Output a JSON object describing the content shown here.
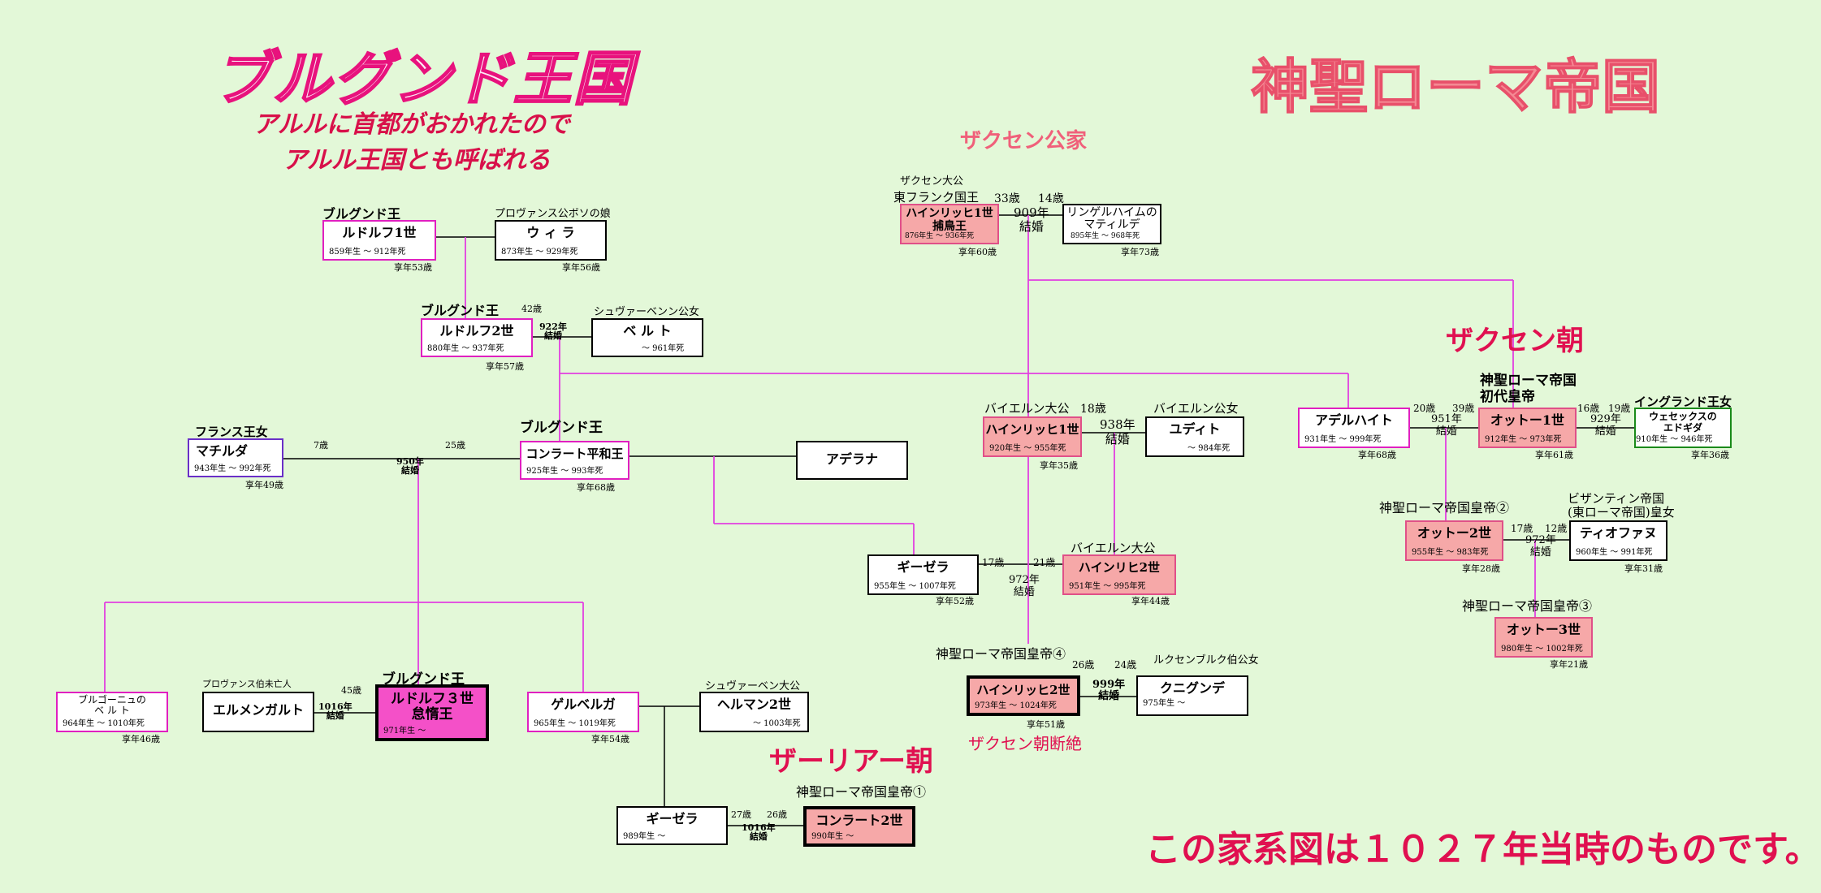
{
  "titles": {
    "burgundy": "ブルグンド王国",
    "burgundy_sub1": "アルルに首都がおかれたので",
    "burgundy_sub2": "アルル王国とも呼ばれる",
    "hre": "神聖ローマ帝国",
    "saxon_duchy": "ザクセン公家",
    "saxon_dynasty": "ザクセン朝",
    "salian_dynasty": "ザーリアー朝",
    "saxon_end": "ザクセン朝断絶",
    "note": "この家系図は１０２７年当時のものです。"
  },
  "persons": {
    "rudolf1": {
      "name": "ルドルフ1世",
      "dates": "859年生 ～ 912年死",
      "age": "享年53歳",
      "title": "ブルグンド王"
    },
    "willa": {
      "name": "ウ ィ ラ",
      "dates": "873年生 ～ 929年死",
      "age": "享年56歳",
      "title": "プロヴァンス公ボソの娘"
    },
    "rudolf2": {
      "name": "ルドルフ2世",
      "dates": "880年生 ～ 937年死",
      "age": "享年57歳",
      "title": "ブルグンド王",
      "age_note": "42歳"
    },
    "bertha": {
      "name": "ベ ル ト",
      "dates": "～ 961年死",
      "title": "シュヴァーベンン公女"
    },
    "mathilde_fr": {
      "name": "マチルダ",
      "dates": "943年生 ～ 992年死",
      "age": "享年49歳",
      "title": "フランス王女"
    },
    "conrad": {
      "name": "コンラート平和王",
      "dates": "925年生 ～ 993年死",
      "age": "享年68歳",
      "title": "ブルグンド王"
    },
    "adelana": {
      "name": "アデラナ"
    },
    "burgund_berta": {
      "name": "ブルゴーニュの\nベ ル ト",
      "dates": "964年生 ～ 1010年死",
      "age": "享年46歳"
    },
    "ermengard": {
      "name": "エルメンガルト",
      "title": "プロヴァンス伯未亡人"
    },
    "rudolf3": {
      "name": "ルドルフ３世\n怠惰王",
      "dates": "971年生 ～",
      "title": "ブルグンド王"
    },
    "gerberga": {
      "name": "ゲルベルガ",
      "dates": "965年生 ～ 1019年死",
      "age": "享年54歳"
    },
    "hermann2": {
      "name": "ヘルマン2世",
      "dates": "～ 1003年死",
      "title": "シュヴァーベン大公"
    },
    "gisela1": {
      "name": "ギーゼラ",
      "dates": "989年生 ～"
    },
    "conrad2": {
      "name": "コンラート2世",
      "dates": "990年生 ～",
      "title": "神聖ローマ帝国皇帝①"
    },
    "heinrich1": {
      "name": "ハインリッヒ1世\n捕鳥王",
      "dates": "876年生 ～ 936年死",
      "age": "享年60歳",
      "title1": "ザクセン大公",
      "title2": "東フランク国王"
    },
    "mathilde_r": {
      "name": "リンゲルハイムの\nマティルデ",
      "dates": "895年生 ～ 968年死",
      "age": "享年73歳"
    },
    "heinrich_bav1": {
      "name": "ハインリッヒ1世",
      "dates": "920年生 ～ 955年死",
      "age": "享年35歳",
      "title": "バイエルン大公"
    },
    "judith": {
      "name": "ユディト",
      "dates": "～ 984年死",
      "title": "バイエルン公女"
    },
    "gisela_bav": {
      "name": "ギーゼラ",
      "dates": "955年生 ～ 1007年死",
      "age": "享年52歳"
    },
    "heinrich_bav2": {
      "name": "ハインリヒ2世",
      "dates": "951年生 ～ 995年死",
      "age": "享年44歳",
      "title": "バイエルン大公"
    },
    "heinrich2": {
      "name": "ハインリッヒ2世",
      "dates": "973年生 ～ 1024年死",
      "age": "享年51歳",
      "title": "神聖ローマ帝国皇帝④"
    },
    "kunigunde": {
      "name": "クニグンデ",
      "dates": "975年生 ～",
      "title": "ルクセンブルク伯公女"
    },
    "adelheid": {
      "name": "アデルハイト",
      "dates": "931年生 ～ 999年死",
      "age": "享年68歳"
    },
    "otto1": {
      "name": "オットー1世",
      "dates": "912年生 ～ 973年死",
      "age": "享年61歳",
      "title1": "神聖ローマ帝国",
      "title2": "初代皇帝"
    },
    "edgitha": {
      "name": "ウェセックスの\nエドギダ",
      "dates": "910年生 ～ 946年死",
      "age": "享年36歳",
      "title": "イングランド王女"
    },
    "otto2": {
      "name": "オットー2世",
      "dates": "955年生 ～ 983年死",
      "age": "享年28歳",
      "title": "神聖ローマ帝国皇帝②"
    },
    "theophanu": {
      "name": "ティオファヌ",
      "dates": "960年生 ～ 991年死",
      "age": "享年31歳",
      "title1": "ビザンティン帝国",
      "title2": "(東ローマ帝国)皇女"
    },
    "otto3": {
      "name": "オットー3世",
      "dates": "980年生 ～ 1002年死",
      "age": "享年21歳",
      "title": "神聖ローマ帝国皇帝③"
    }
  },
  "marriages": {
    "m922": "922年\n結婚",
    "m950": "950年\n結婚",
    "m1016a": "1016年\n結婚",
    "m1016b": "1016年\n結婚",
    "m909": "909年\n結婚",
    "m938": "938年\n結婚",
    "m972a": "972年\n結婚",
    "m999": "999年\n結婚",
    "m951": "951年\n結婚",
    "m929": "929年\n結婚",
    "m972b": "972年\n結婚"
  },
  "ages": {
    "a_mat_7": "7歳",
    "a_con_25": "25歳",
    "a_erm_45": "45歳",
    "a_gis_27": "27歳",
    "a_con2_26": "26歳",
    "a_h1_33": "33歳",
    "a_mr_14": "14歳",
    "a_hb_18": "18歳",
    "a_gb_17": "17歳",
    "a_hb2_21": "21歳",
    "a_h2_26": "26歳",
    "a_k_24": "24歳",
    "a_ad_20": "20歳",
    "a_o1_39": "39歳",
    "a_o1_16": "16歳",
    "a_ed_19": "19歳",
    "a_o2_17": "17歳",
    "a_th_12": "12歳"
  },
  "colors": {
    "pink_line": "#e23fe0",
    "title_pink": "#e8127d",
    "hre_title": "#f26a7a",
    "dark_red": "#d8104a",
    "salmon": "#f6a8a8"
  }
}
